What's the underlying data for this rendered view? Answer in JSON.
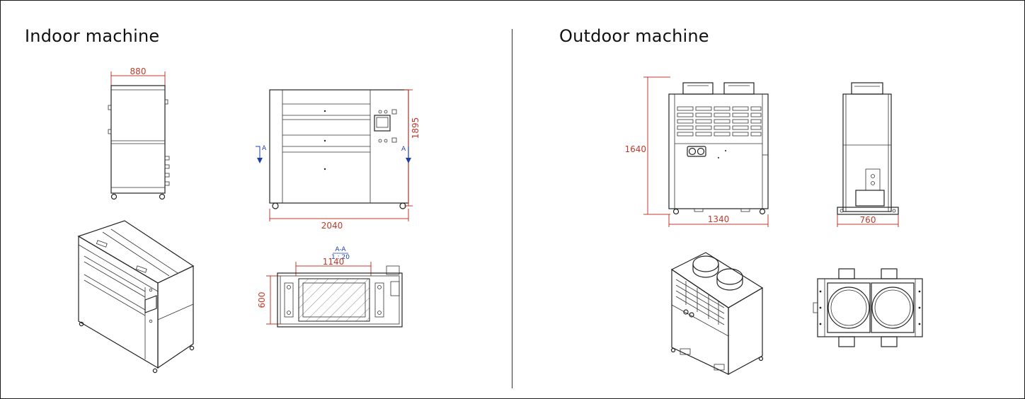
{
  "indoor": {
    "title": "Indoor machine",
    "dims": {
      "side_width": "880",
      "front_width": "2040",
      "front_height": "1895",
      "section_length": "1140",
      "section_depth": "600"
    },
    "section": {
      "label": "A-A",
      "scale": "1 : 20",
      "marker": "A"
    }
  },
  "outdoor": {
    "title": "Outdoor machine",
    "dims": {
      "front_width": "1340",
      "front_height": "1640",
      "side_width": "760"
    }
  },
  "colors": {
    "dimension": "#c0392b",
    "section_marker": "#1f3fa8",
    "line": "#222222"
  }
}
